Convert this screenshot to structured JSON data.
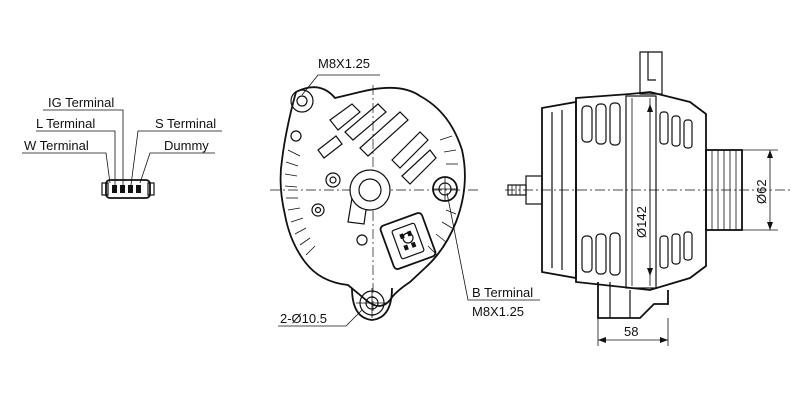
{
  "connector_labels": {
    "ig": "IG Terminal",
    "l": "L Terminal",
    "w": "W Terminal",
    "s": "S Terminal",
    "dummy": "Dummy"
  },
  "front_view": {
    "top_thread": "M8X1.25",
    "mount_holes": "2-Ø10.5",
    "b_terminal": "B Terminal",
    "b_thread": "M8X1.25"
  },
  "side_view": {
    "housing_dia": "Ø142",
    "pulley_dia": "Ø62",
    "length": "58"
  }
}
